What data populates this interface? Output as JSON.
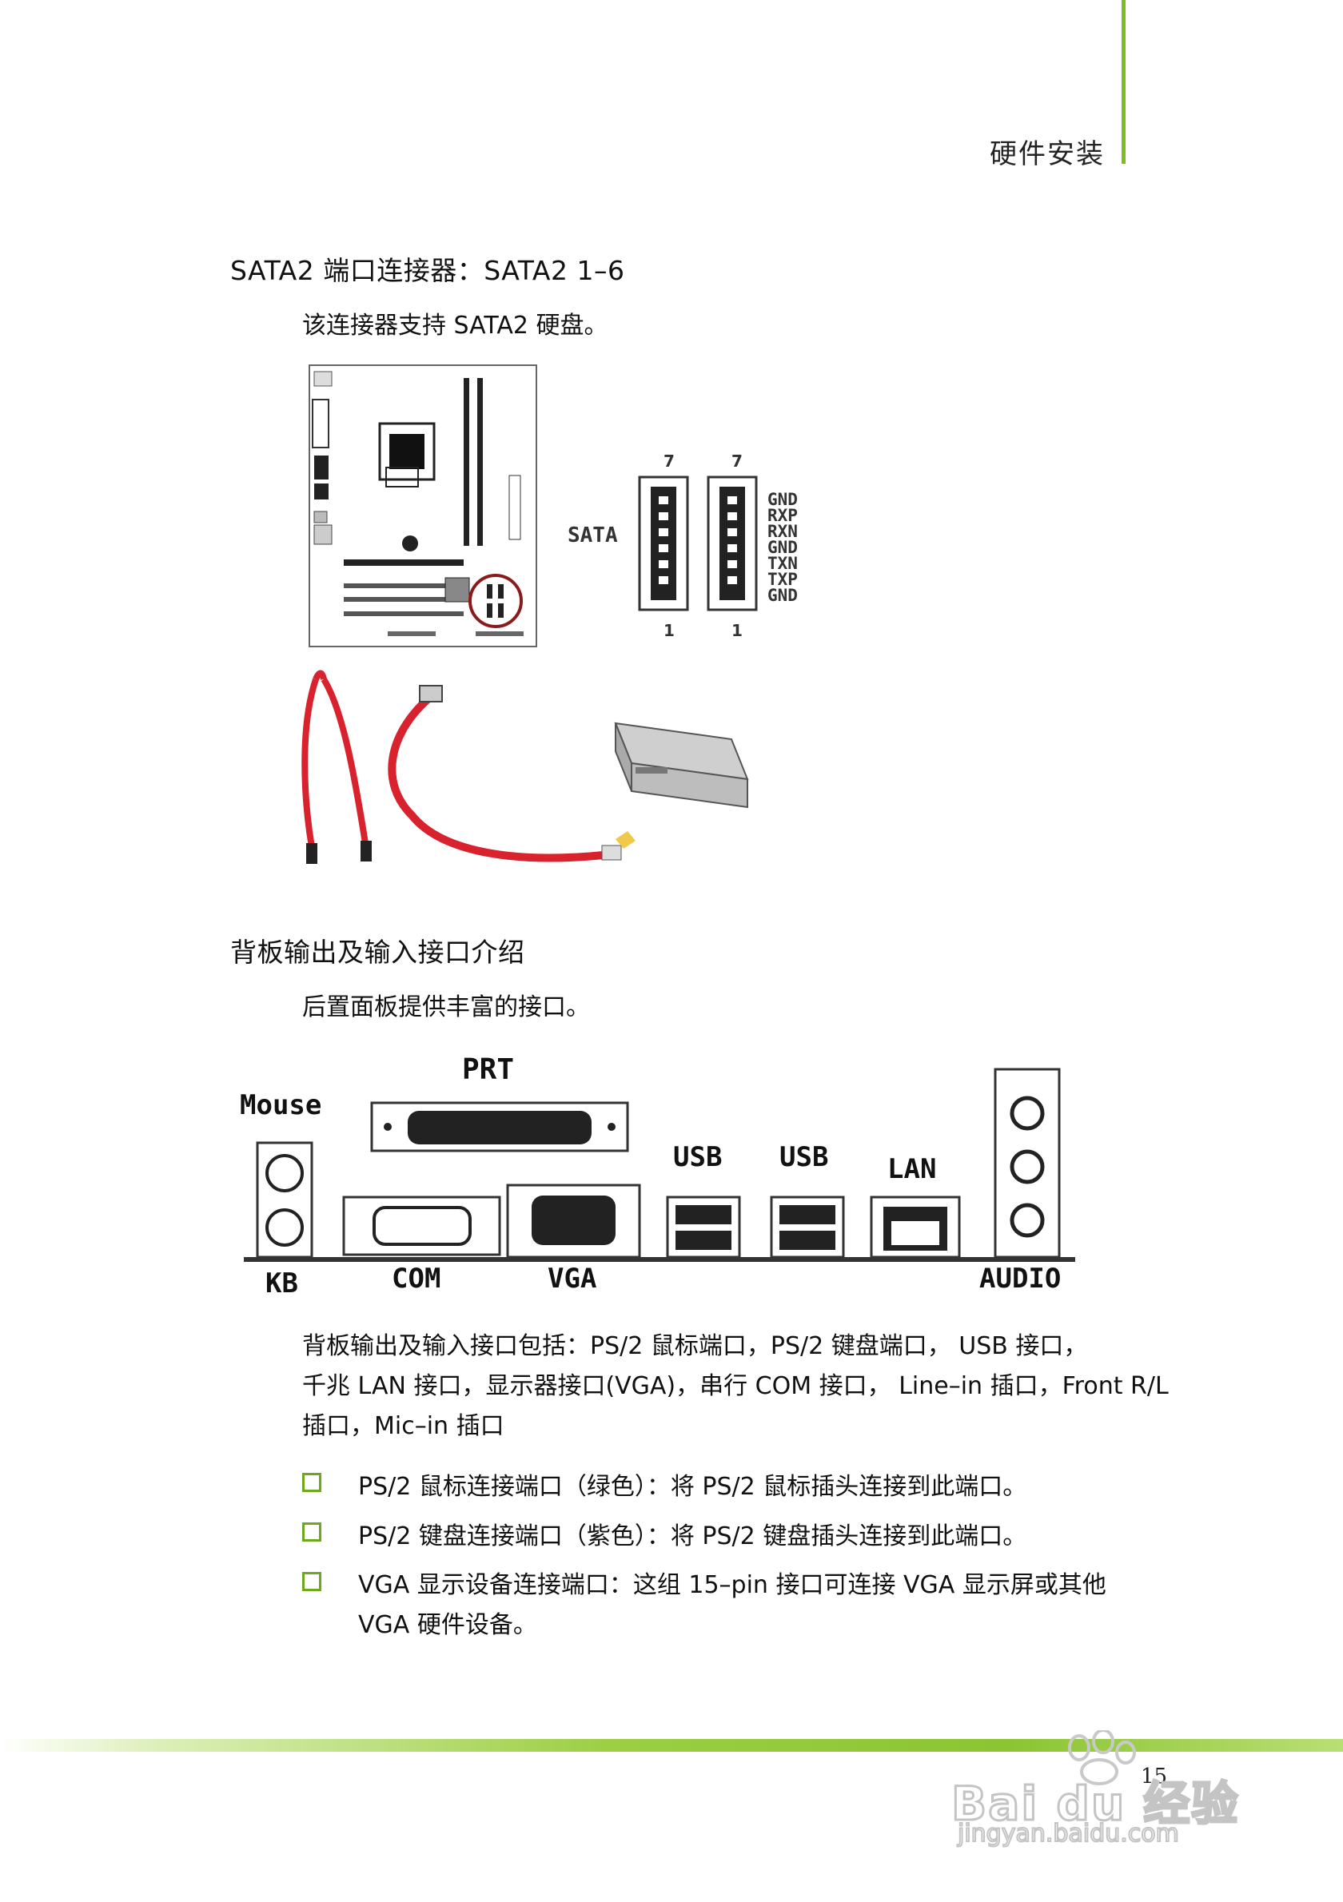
{
  "header": {
    "title": "硬件安装"
  },
  "sata": {
    "heading": "SATA2 端口连接器：SATA2 1–6",
    "description": "该连接器支持 SATA2  硬盘。",
    "diagram": {
      "label": "SATA",
      "pin_top": "7",
      "pin_bottom": "1",
      "pins": [
        "GND",
        "RXP",
        "RXN",
        "GND",
        "TXN",
        "TXP",
        "GND"
      ]
    }
  },
  "backpanel": {
    "heading": "背板输出及输入接口介绍",
    "description": "后置面板提供丰富的接口。",
    "labels": {
      "mouse": "Mouse",
      "prt": "PRT",
      "usb1": "USB",
      "usb2": "USB",
      "lan": "LAN",
      "kb": "KB",
      "com": "COM",
      "vga": "VGA",
      "audio": "AUDIO"
    },
    "paragraph_lines": [
      "背板输出及输入接口包括：PS/2 鼠标端口，PS/2 键盘端口，  USB 接口，",
      "千兆 LAN 接口，显示器接口(VGA)，串行 COM 接口，  Line–in 插口，Front R/L",
      "插口，Mic–in 插口"
    ],
    "bullets": [
      {
        "lines": [
          "PS/2  鼠标连接端口（绿色）：将  PS/2  鼠标插头连接到此端口。"
        ]
      },
      {
        "lines": [
          "PS/2  键盘连接端口（紫色）：将  PS/2  键盘插头连接到此端口。"
        ]
      },
      {
        "lines": [
          "VGA  显示设备连接端口：这组  15–pin  接口可连接 VGA  显示屏或其他",
          "VGA  硬件设备。"
        ]
      }
    ]
  },
  "footer": {
    "page_number": "15"
  },
  "watermark": {
    "brand": "Bai du 经验",
    "url": "jingyan.baidu.com"
  },
  "colors": {
    "accent_green": "#7cbf1e",
    "cable_red": "#d8222e",
    "highlight_circle": "#8b1a1a"
  }
}
